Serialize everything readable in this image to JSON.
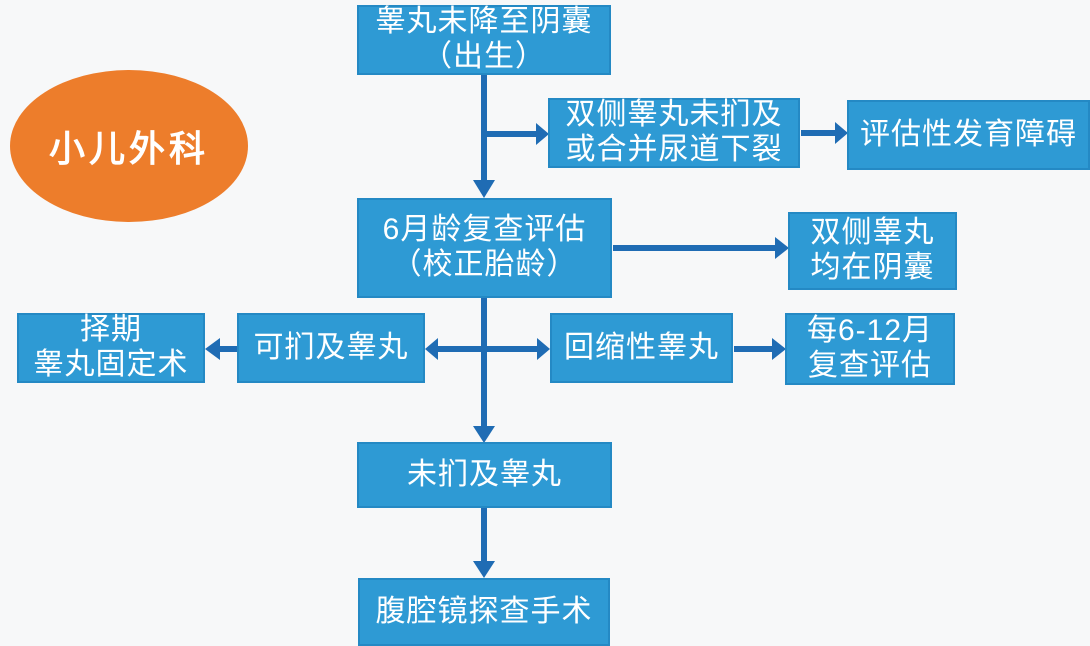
{
  "badge": {
    "label": "小儿外科"
  },
  "nodes": {
    "birth": {
      "label": "睾丸未降至阴囊\n（出生）"
    },
    "bilateral": {
      "label": "双侧睾丸未扪及\n或合并尿道下裂"
    },
    "dsd": {
      "label": "评估性发育障碍"
    },
    "recheck": {
      "label": "6月龄复查评估\n（校正胎龄）"
    },
    "scrotum": {
      "label": "双侧睾丸\n均在阴囊"
    },
    "elective": {
      "label": "择期\n睾丸固定术"
    },
    "palpable": {
      "label": "可扪及睾丸"
    },
    "retractile": {
      "label": "回缩性睾丸"
    },
    "periodic": {
      "label": "每6-12月\n复查评估"
    },
    "nonpalpable": {
      "label": "未扪及睾丸"
    },
    "laparoscopy": {
      "label": "腹腔镜探查手术"
    }
  },
  "colors": {
    "bg": "#F7F8F9",
    "box": "#2E9AD4",
    "box-border": "#2489C4",
    "arrow": "#1F6CB4",
    "badge": "#ED7D2B",
    "text": "#FFFFFF"
  }
}
